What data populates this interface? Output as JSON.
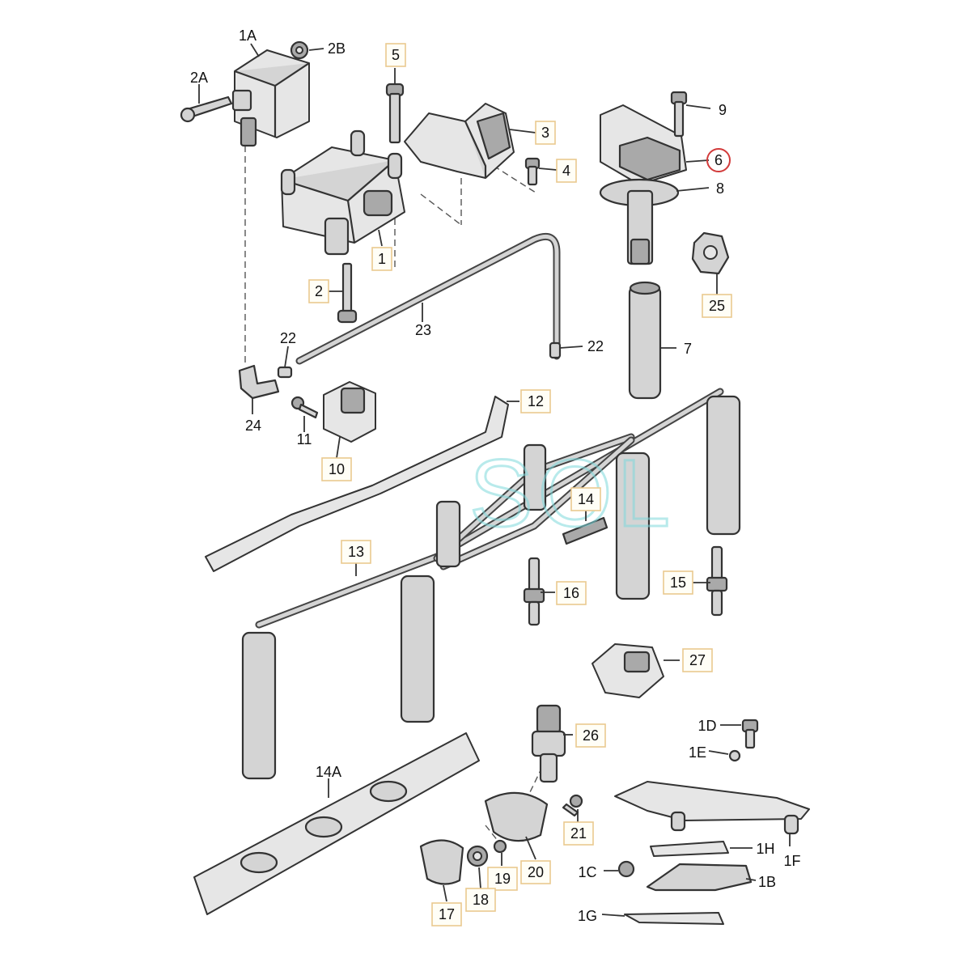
{
  "diagram": {
    "watermark": "SOL",
    "callouts": [
      {
        "id": "c-1A",
        "label": "1A",
        "boxed": false
      },
      {
        "id": "c-2B",
        "label": "2B",
        "boxed": false
      },
      {
        "id": "c-2A",
        "label": "2A",
        "boxed": false
      },
      {
        "id": "c-5",
        "label": "5",
        "boxed": true
      },
      {
        "id": "c-3",
        "label": "3",
        "boxed": true
      },
      {
        "id": "c-4",
        "label": "4",
        "boxed": true
      },
      {
        "id": "c-9",
        "label": "9",
        "boxed": false
      },
      {
        "id": "c-6",
        "label": "6",
        "boxed": false,
        "highlighted": true
      },
      {
        "id": "c-8",
        "label": "8",
        "boxed": false
      },
      {
        "id": "c-1",
        "label": "1",
        "boxed": true
      },
      {
        "id": "c-2",
        "label": "2",
        "boxed": true
      },
      {
        "id": "c-25",
        "label": "25",
        "boxed": true
      },
      {
        "id": "c-23",
        "label": "23",
        "boxed": false
      },
      {
        "id": "c-22a",
        "label": "22",
        "boxed": false
      },
      {
        "id": "c-22b",
        "label": "22",
        "boxed": false
      },
      {
        "id": "c-7",
        "label": "7",
        "boxed": false
      },
      {
        "id": "c-24",
        "label": "24",
        "boxed": false
      },
      {
        "id": "c-12",
        "label": "12",
        "boxed": true
      },
      {
        "id": "c-11",
        "label": "11",
        "boxed": false
      },
      {
        "id": "c-10",
        "label": "10",
        "boxed": true
      },
      {
        "id": "c-14",
        "label": "14",
        "boxed": true
      },
      {
        "id": "c-13",
        "label": "13",
        "boxed": true
      },
      {
        "id": "c-15",
        "label": "15",
        "boxed": true
      },
      {
        "id": "c-16",
        "label": "16",
        "boxed": true
      },
      {
        "id": "c-27",
        "label": "27",
        "boxed": true
      },
      {
        "id": "c-1D",
        "label": "1D",
        "boxed": false
      },
      {
        "id": "c-26",
        "label": "26",
        "boxed": true
      },
      {
        "id": "c-1E",
        "label": "1E",
        "boxed": false
      },
      {
        "id": "c-14A",
        "label": "14A",
        "boxed": false
      },
      {
        "id": "c-21",
        "label": "21",
        "boxed": true
      },
      {
        "id": "c-1H",
        "label": "1H",
        "boxed": false
      },
      {
        "id": "c-1F",
        "label": "1F",
        "boxed": false
      },
      {
        "id": "c-20",
        "label": "20",
        "boxed": true
      },
      {
        "id": "c-1C",
        "label": "1C",
        "boxed": false
      },
      {
        "id": "c-19",
        "label": "19",
        "boxed": true
      },
      {
        "id": "c-1B",
        "label": "1B",
        "boxed": false
      },
      {
        "id": "c-18",
        "label": "18",
        "boxed": true
      },
      {
        "id": "c-17",
        "label": "17",
        "boxed": true
      },
      {
        "id": "c-1G",
        "label": "1G",
        "boxed": false
      }
    ],
    "colors": {
      "part_fill": "#d4d4d4",
      "part_outline": "#333333",
      "callout_box_fill": "#fffef6",
      "callout_box_border": "#e9c98f",
      "highlight_circle": "#d23a3a",
      "watermark": "#7fd9dc"
    }
  }
}
